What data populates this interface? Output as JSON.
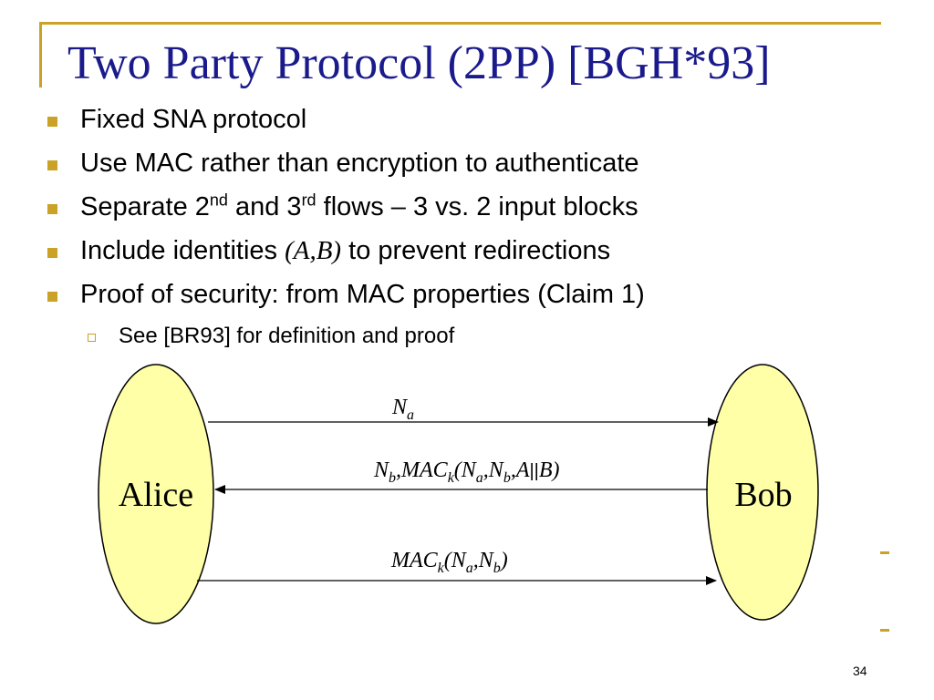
{
  "slide": {
    "title": "Two Party Protocol (2PP) [BGH*93]",
    "page_number": "34"
  },
  "bullets": [
    {
      "text": "Fixed SNA protocol"
    },
    {
      "text": "Use MAC rather than encryption to  authenticate"
    },
    {
      "pre": "Separate 2",
      "sup1": "nd",
      "mid": " and 3",
      "sup2": "rd",
      "post": " flows – 3 vs. 2 input blocks"
    },
    {
      "pre": "Include identities ",
      "math": "(A,B)",
      "post": " to prevent redirections"
    },
    {
      "text": "Proof of security: from MAC properties (Claim 1)"
    }
  ],
  "sub_bullet": {
    "text": "See [BR93] for definition and proof"
  },
  "diagram": {
    "nodes": {
      "left": "Alice",
      "right": "Bob"
    },
    "messages": [
      {
        "direction": "Alice→Bob",
        "label": "N_a"
      },
      {
        "direction": "Bob→Alice",
        "label": "N_b,MAC_k(N_a,N_b,A||B)"
      },
      {
        "direction": "Alice→Bob",
        "label": "MAC_k(N_a,N_b)"
      }
    ],
    "colors": {
      "node_fill": "#ffffa8",
      "accent": "#c9a227",
      "title": "#1a1a8c"
    }
  }
}
